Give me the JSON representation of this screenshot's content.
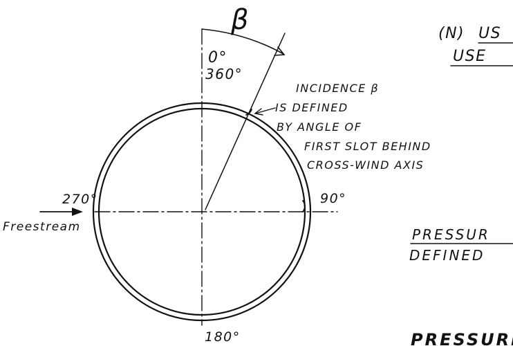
{
  "labels": {
    "beta_symbol": "β",
    "angle_0": "0°",
    "angle_360": "360°",
    "angle_90": "90°",
    "angle_180": "180°",
    "angle_270": "270°",
    "freestream": "Freestream",
    "note_line1": "INCIDENCE β",
    "note_line2": "IS DEFINED",
    "note_line3": "BY ANGLE OF",
    "note_line4": "FIRST SLOT BEHIND",
    "note_line5": "CROSS-WIND AXIS",
    "right_n": "(N)",
    "right_us": "US",
    "right_use": "USE",
    "pressure_line1": "PRESSUR",
    "pressure_line2": "DEFINED",
    "pressure_bottom": "PRESSURE"
  },
  "colors": {
    "ink": "#111111",
    "paper": "#ffffff"
  }
}
